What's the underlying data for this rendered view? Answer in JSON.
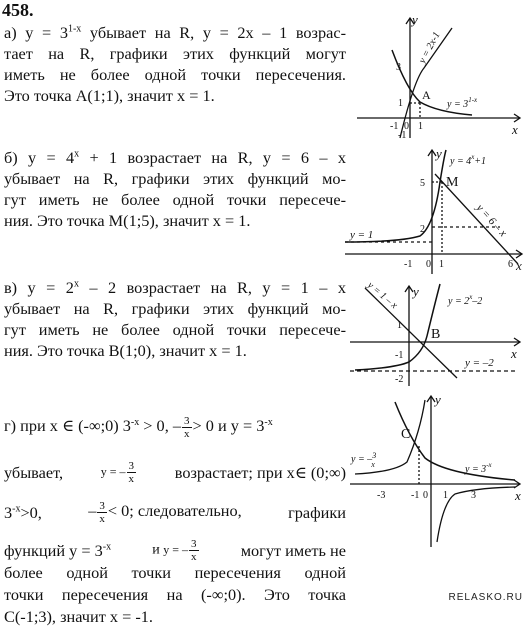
{
  "problem_number": "458.",
  "a": {
    "l1_pre": "а) y = 3",
    "l1_sup": "1-x",
    "l1_post": " убывает на R, y = 2x – 1 возрас-",
    "l2": "тает на R, графики этих функций могут",
    "l3": "иметь не более одной точки пересечения.",
    "l4": "Это точка A(1;1), значит x = 1."
  },
  "b": {
    "l1_pre": "б) y = 4",
    "l1_sup": "x",
    "l1_post": " + 1 возрастает на R, y = 6 – x",
    "l2": "убывает на R, графики этих функций мо-",
    "l3": "гут иметь не более одной точки пересече-",
    "l4": "ния. Это точка M(1;5), значит x = 1."
  },
  "c": {
    "l1_pre": "в) y = 2",
    "l1_sup": "x",
    "l1_post": " – 2 возрастает на R, y = 1 – x",
    "l2": "убывает на R, графики этих функций мо-",
    "l3": "гут иметь не более одной точки пересече-",
    "l4": "ния. Это точка B(1;0), значит x = 1."
  },
  "d": {
    "l1_a": "г) при x ∈ (-∞;0) 3",
    "l1_sup1": "-x",
    "l1_b": " > 0,",
    "frac_n": "3",
    "frac_d": "x",
    "l1_c": "> 0 и y = 3",
    "l1_sup2": "-x",
    "l2_a": "убывает,",
    "l2_y": "y = –",
    "l2_b": "возрастает; при x∈ (0;∞)",
    "l3_a": "3",
    "l3_sup": "-x",
    "l3_b": ">0,",
    "l3_c": "< 0; следовательно,",
    "l3_d": "графики",
    "l4_a": "функций y = 3",
    "l4_sup": "-x",
    "l4_b": "и",
    "l4_y": "y = –",
    "l4_c": "могут иметь не",
    "l5": "более одной точки пересечения одной",
    "l6": "точки пересечения на (-∞;0). Это точка",
    "l7": "C(-1;3), значит x = -1."
  },
  "graph1": {
    "y": "y",
    "x": "x",
    "label_line": "y = 2x-1",
    "label_exp_pre": "y = 3",
    "label_exp_sup": "1-x",
    "point": "A",
    "t3": "3",
    "t1": "1",
    "tm1x": "-1",
    "t0": "0",
    "t1x": "1",
    "tm1y": "-1"
  },
  "graph2": {
    "y": "y",
    "x": "x",
    "label_exp_pre": "y = 4",
    "label_exp_sup": "x",
    "label_exp_post": "+1",
    "label_line": "y = 6 – x",
    "label_asym": "y = 1",
    "point": "M",
    "t5": "5",
    "t2": "2",
    "tm1": "-1",
    "t0": "0",
    "t1": "1",
    "t6": "6"
  },
  "graph3": {
    "y": "y",
    "x": "x",
    "label_line": "y = 1 – x",
    "label_exp_pre": "y = 2",
    "label_exp_sup": "x",
    "label_exp_post": "–2",
    "label_asym": "y = –2",
    "point": "B",
    "t1": "1",
    "tm1": "-1",
    "tm2": "-2"
  },
  "graph4": {
    "y": "y",
    "x": "x",
    "label_hyp_pre": "y = –",
    "frac_n": "3",
    "frac_d": "x",
    "label_exp_pre": "y = 3",
    "label_exp_sup": "-x",
    "point": "C",
    "tm3": "-3",
    "tm1": "-1",
    "t1": "1",
    "t3": "3",
    "t0": "0"
  },
  "watermark": "RELASKO.RU"
}
